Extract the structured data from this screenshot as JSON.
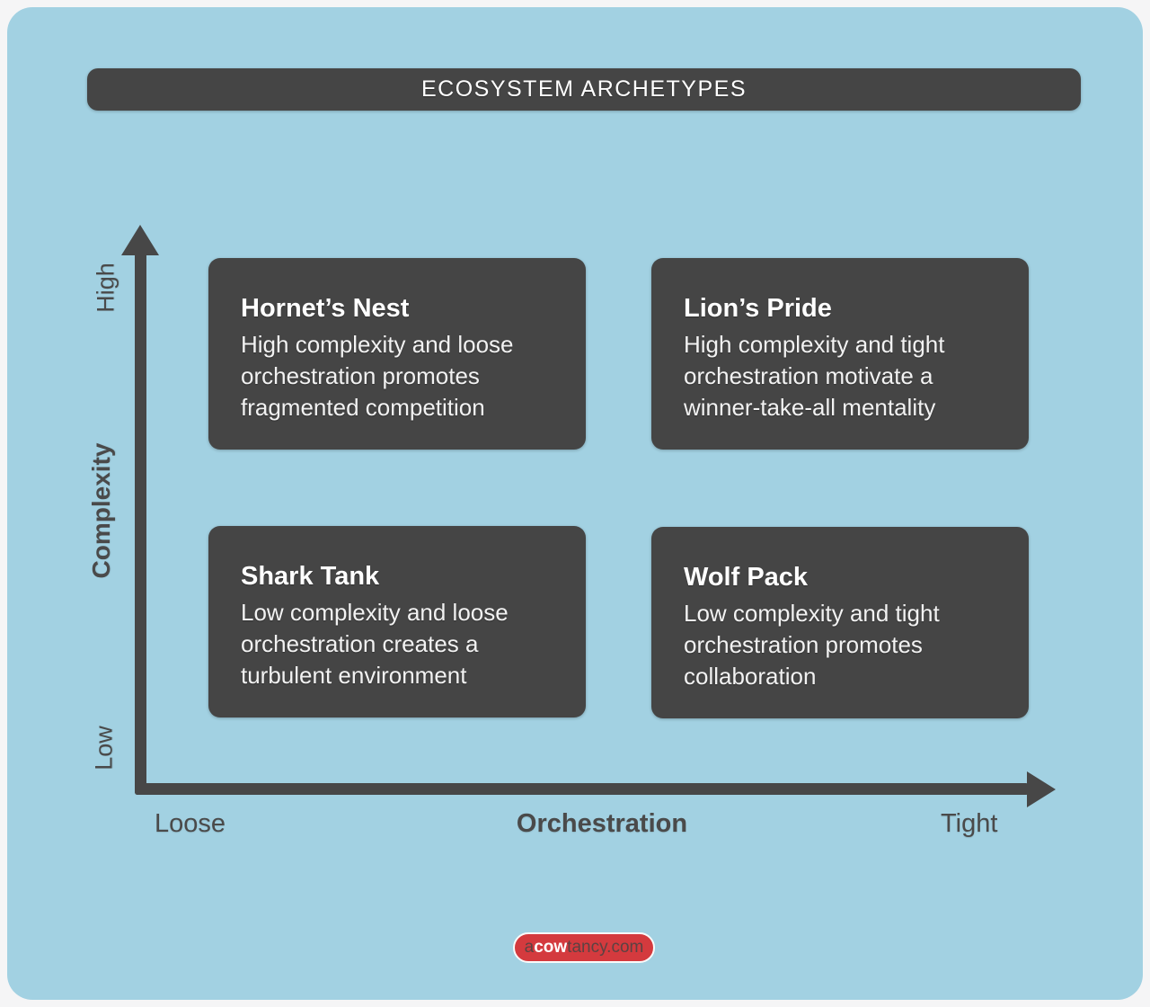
{
  "header": {
    "title": "ECOSYSTEM ARCHETYPES"
  },
  "colors": {
    "page_background": "#f5f5f6",
    "panel_background": "#a2d1e2",
    "box_background": "#454545",
    "axis": "#474747",
    "axis_label_text": "#4a4a4a",
    "box_text": "#ffffff",
    "logo_red": "#d43a3e"
  },
  "y_axis": {
    "label": "Complexity",
    "top_tick": "High",
    "bottom_tick": "Low"
  },
  "x_axis": {
    "label": "Orchestration",
    "left_tick": "Loose",
    "right_tick": "Tight"
  },
  "quadrants": [
    {
      "position": "top-left",
      "title": "Hornet’s Nest",
      "lines": [
        "High complexity and loose",
        "orchestration promotes",
        "fragmented competition"
      ]
    },
    {
      "position": "top-right",
      "title": "Lion’s Pride",
      "lines": [
        "High complexity and tight",
        "orchestration motivate a",
        "winner-take-all mentality"
      ]
    },
    {
      "position": "bottom-left",
      "title": "Shark Tank",
      "lines": [
        "Low complexity and loose",
        "orchestration creates a",
        "turbulent environment"
      ]
    },
    {
      "position": "bottom-right",
      "title": "Wolf Pack",
      "lines": [
        "Low complexity and tight",
        "orchestration promotes",
        "collaboration"
      ]
    }
  ],
  "footer": {
    "logo_prefix": "a",
    "logo_bold": "cow",
    "logo_suffix": "tancy.com"
  }
}
